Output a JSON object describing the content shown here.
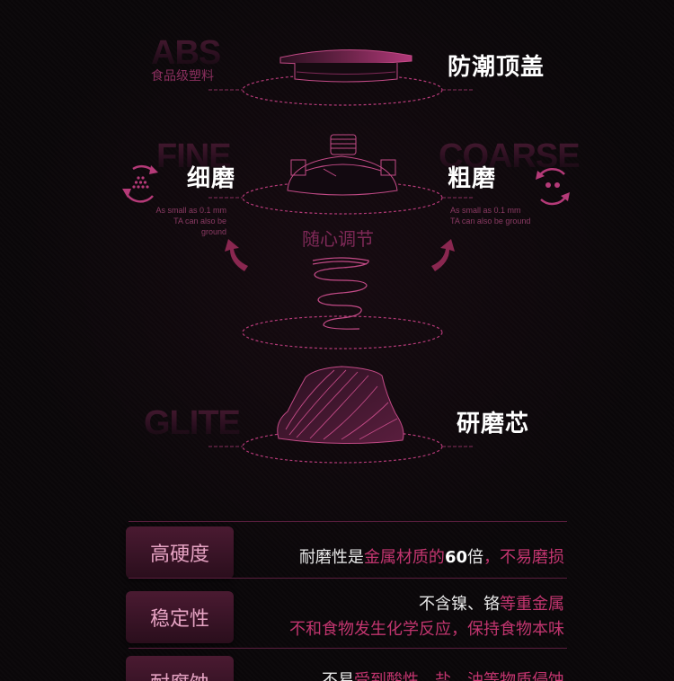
{
  "top": {
    "ghost_abs": "ABS",
    "abs_sub": "食品级塑料",
    "lid_label": "防潮顶盖"
  },
  "middle": {
    "ghost_fine": "FINE",
    "ghost_coarse": "COARSE",
    "fine_label": "细磨",
    "coarse_label": "粗磨",
    "fine_note_1": "As small as 0.1 mm",
    "fine_note_2": "TA can also be ground",
    "coarse_note_1": "As small as 0.1 mm",
    "coarse_note_2": "TA can also be ground",
    "adjust_label": "随心调节"
  },
  "bottom": {
    "ghost_glite": "GLITE",
    "core_label": "研磨芯"
  },
  "features": [
    {
      "badge": "高硬度",
      "line1_a": "耐磨性是",
      "line1_b": "金属材质的",
      "line1_c": "60",
      "line1_d": "倍",
      "line1_e": "，不易磨损"
    },
    {
      "badge": "稳定性",
      "line1_a": "不含镍、铬",
      "line1_b": "等重金属",
      "line2": "不和食物发生化学反应，保持食物本味"
    },
    {
      "badge": "耐腐蚀",
      "line1_a": "不易",
      "line1_b": "受到酸性、盐、油等物质侵蚀"
    }
  ],
  "colors": {
    "accent": "#c2356f",
    "dark_magenta": "#7e2957",
    "line": "#a8336f"
  },
  "icons": [
    "fine-grind-icon",
    "coarse-grind-icon",
    "curved-arrow-left-icon",
    "curved-arrow-right-icon"
  ]
}
